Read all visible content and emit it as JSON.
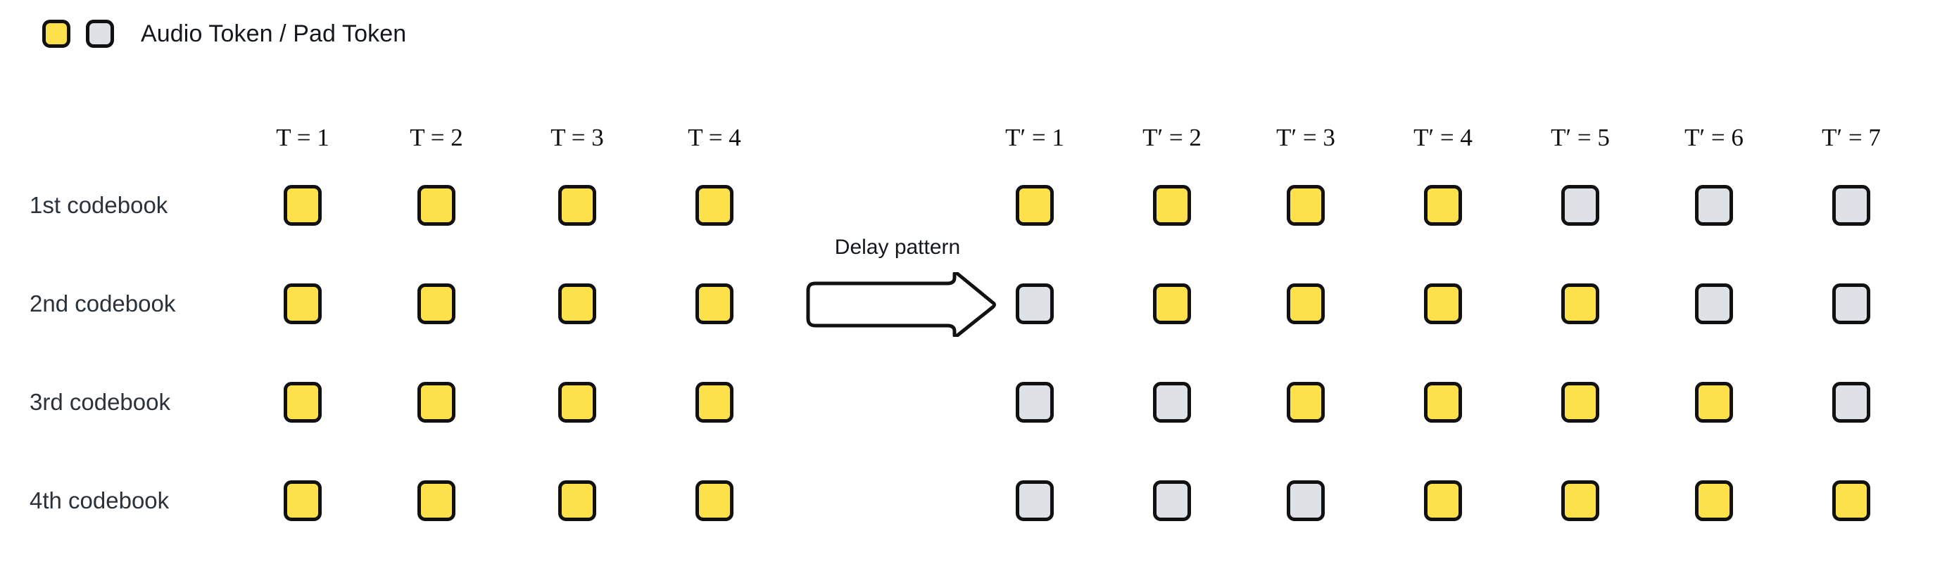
{
  "legend": {
    "audio_swatch": "audio-token-swatch",
    "pad_swatch": "pad-token-swatch",
    "label": "Audio Token / Pad Token",
    "audio_color": "#FDE14B",
    "pad_color": "#DEE2E7",
    "outline_color": "#111111"
  },
  "annotation": {
    "delay_caption": "Delay pattern",
    "arrow_icon": "right-block-arrow-icon"
  },
  "grid": {
    "row_labels": [
      "1st codebook",
      "2nd codebook",
      "3rd codebook",
      "4th codebook"
    ],
    "left_headers": [
      "T = 1",
      "T = 2",
      "T = 3",
      "T = 4"
    ],
    "right_headers": [
      "T′ = 1",
      "T′ = 2",
      "T′ = 3",
      "T′ = 4",
      "T′ = 5",
      "T′ = 6",
      "T′ = 7"
    ],
    "left_columns": 4,
    "right_columns": 7,
    "token_types": {
      "audio": "audio",
      "pad": "pad"
    },
    "left_tokens": [
      [
        "audio",
        "audio",
        "audio",
        "audio"
      ],
      [
        "audio",
        "audio",
        "audio",
        "audio"
      ],
      [
        "audio",
        "audio",
        "audio",
        "audio"
      ],
      [
        "audio",
        "audio",
        "audio",
        "audio"
      ]
    ],
    "right_tokens": [
      [
        "audio",
        "audio",
        "audio",
        "audio",
        "pad",
        "pad",
        "pad"
      ],
      [
        "pad",
        "audio",
        "audio",
        "audio",
        "audio",
        "pad",
        "pad"
      ],
      [
        "pad",
        "pad",
        "audio",
        "audio",
        "audio",
        "audio",
        "pad"
      ],
      [
        "pad",
        "pad",
        "pad",
        "audio",
        "audio",
        "audio",
        "audio"
      ]
    ]
  },
  "layout": {
    "left_col_x": [
      430,
      620,
      820,
      1015
    ],
    "right_col_x": [
      1470,
      1665,
      1855,
      2050,
      2245,
      2435,
      2630
    ],
    "row_y": [
      292,
      432,
      572,
      712
    ]
  }
}
